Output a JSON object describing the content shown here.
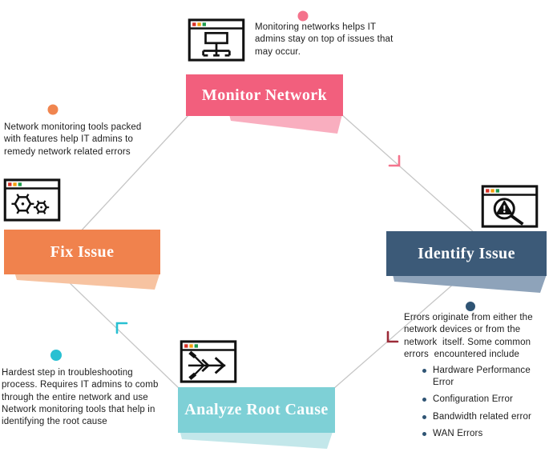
{
  "diagram": {
    "stages": [
      {
        "name": "Monitor Network",
        "icon": "browser-network-tree-icon",
        "banner_color": "#f25f7d",
        "fold_color": "#f9aebf",
        "dot_color": "#f4738c",
        "description": "Monitoring networks helps IT admins stay on top of issues that may occur."
      },
      {
        "name": "Identify Issue",
        "icon": "browser-warning-search-icon",
        "banner_color": "#3c5a78",
        "fold_color": "#8ea3ba",
        "dot_color": "#2f5474",
        "description": "Errors originate from either the network devices or from the network  itself. Some common errors  encountered include",
        "bullets": [
          "Hardware Performance Error",
          "Configuration Error",
          "Bandwidth related error",
          "WAN Errors"
        ]
      },
      {
        "name": "Analyze Root Cause",
        "icon": "browser-fishbone-icon",
        "banner_color": "#7ed0d6",
        "fold_color": "#c3e7ea",
        "dot_color": "#28c0d2",
        "description": "Hardest step in troubleshooting process. Requires IT admins to comb through the entire network and use Network monitoring tools that help in identifying the root cause"
      },
      {
        "name": "Fix Issue",
        "icon": "browser-gears-icon",
        "banner_color": "#f0824d",
        "fold_color": "#f7c3a1",
        "dot_color": "#f0854f",
        "description": "Network monitoring tools packed with features help IT admins to remedy network related errors"
      }
    ],
    "connector_color": "#c6c6c6",
    "arrows": {
      "monitor_to_identify": "#f4738c",
      "identify_to_analyze": "#9c2b38",
      "analyze_to_fix": "#28c0d2"
    }
  }
}
